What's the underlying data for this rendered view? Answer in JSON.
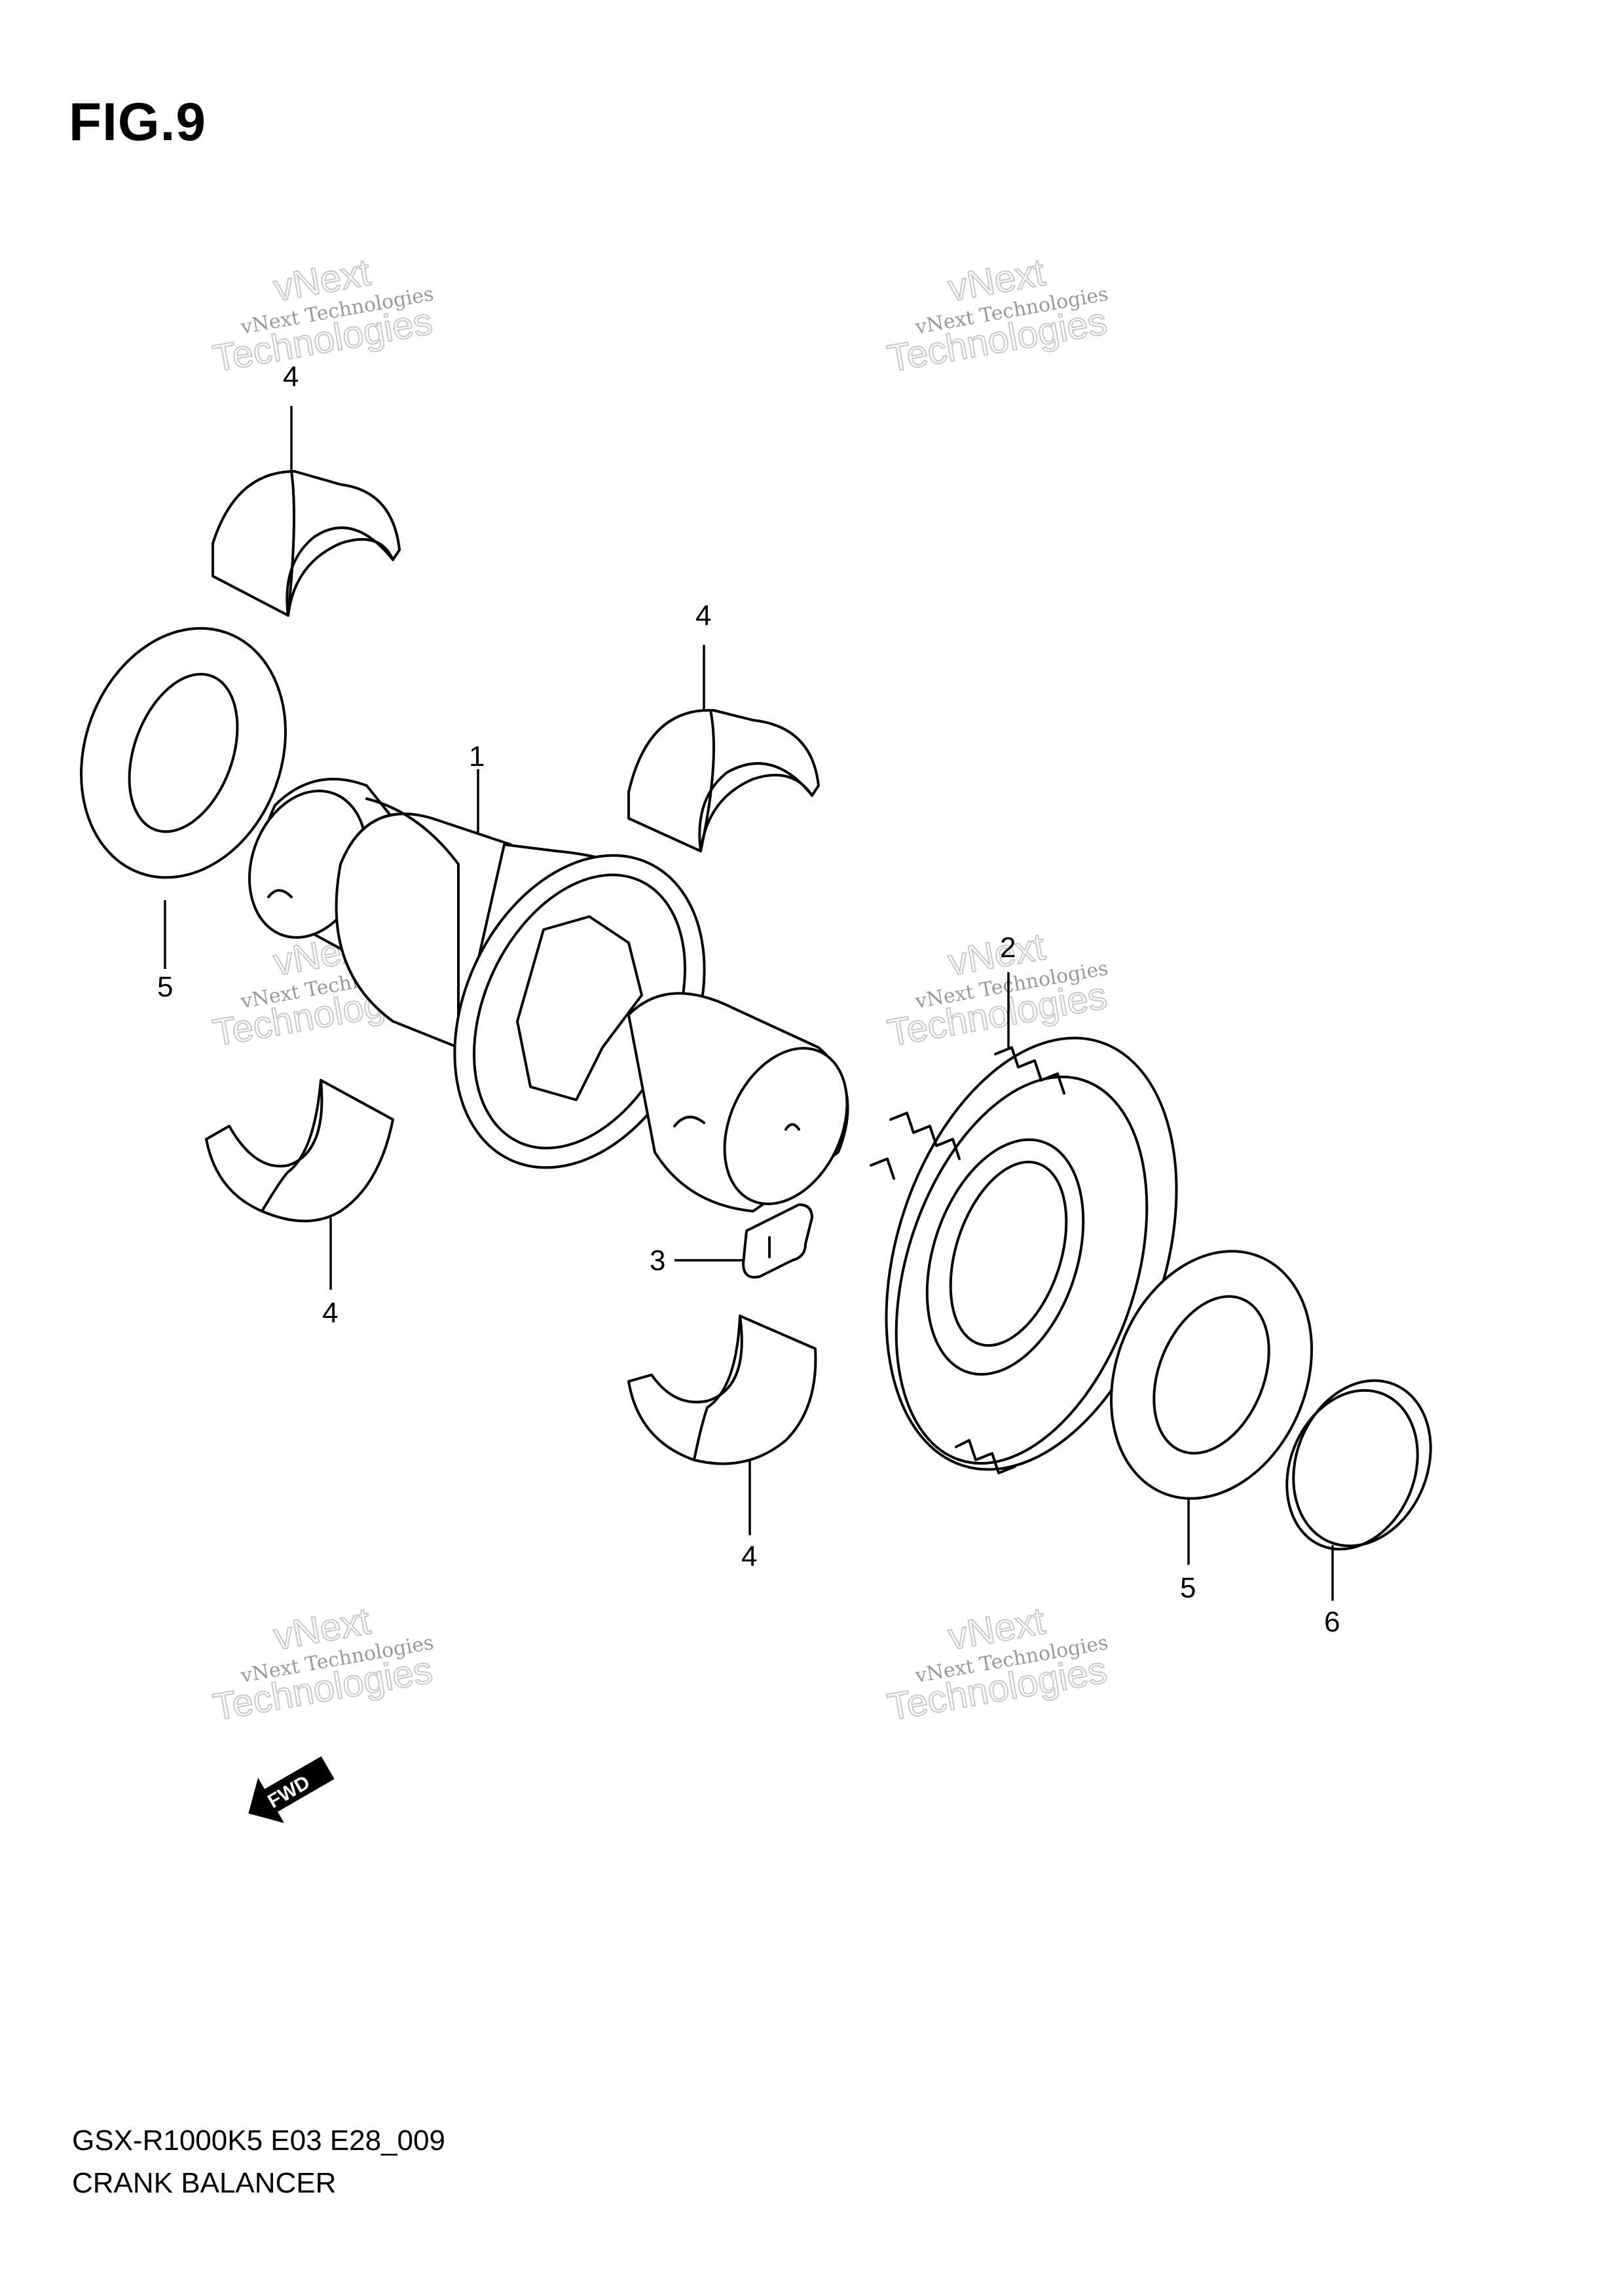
{
  "figure": {
    "title": "FIG.9",
    "code": "GSX-R1000K5 E03 E28_009",
    "name": "CRANK BALANCER"
  },
  "callouts": [
    {
      "id": "c1",
      "label": "1"
    },
    {
      "id": "c2",
      "label": "2"
    },
    {
      "id": "c3",
      "label": "3"
    },
    {
      "id": "c4a",
      "label": "4"
    },
    {
      "id": "c4b",
      "label": "4"
    },
    {
      "id": "c4c",
      "label": "4"
    },
    {
      "id": "c4d",
      "label": "4"
    },
    {
      "id": "c5a",
      "label": "5"
    },
    {
      "id": "c5b",
      "label": "5"
    },
    {
      "id": "c6",
      "label": "6"
    }
  ],
  "watermark": {
    "small": "vNext Technologies",
    "top": "vNext",
    "large": "Technologies"
  },
  "fwd_label": "FWD"
}
